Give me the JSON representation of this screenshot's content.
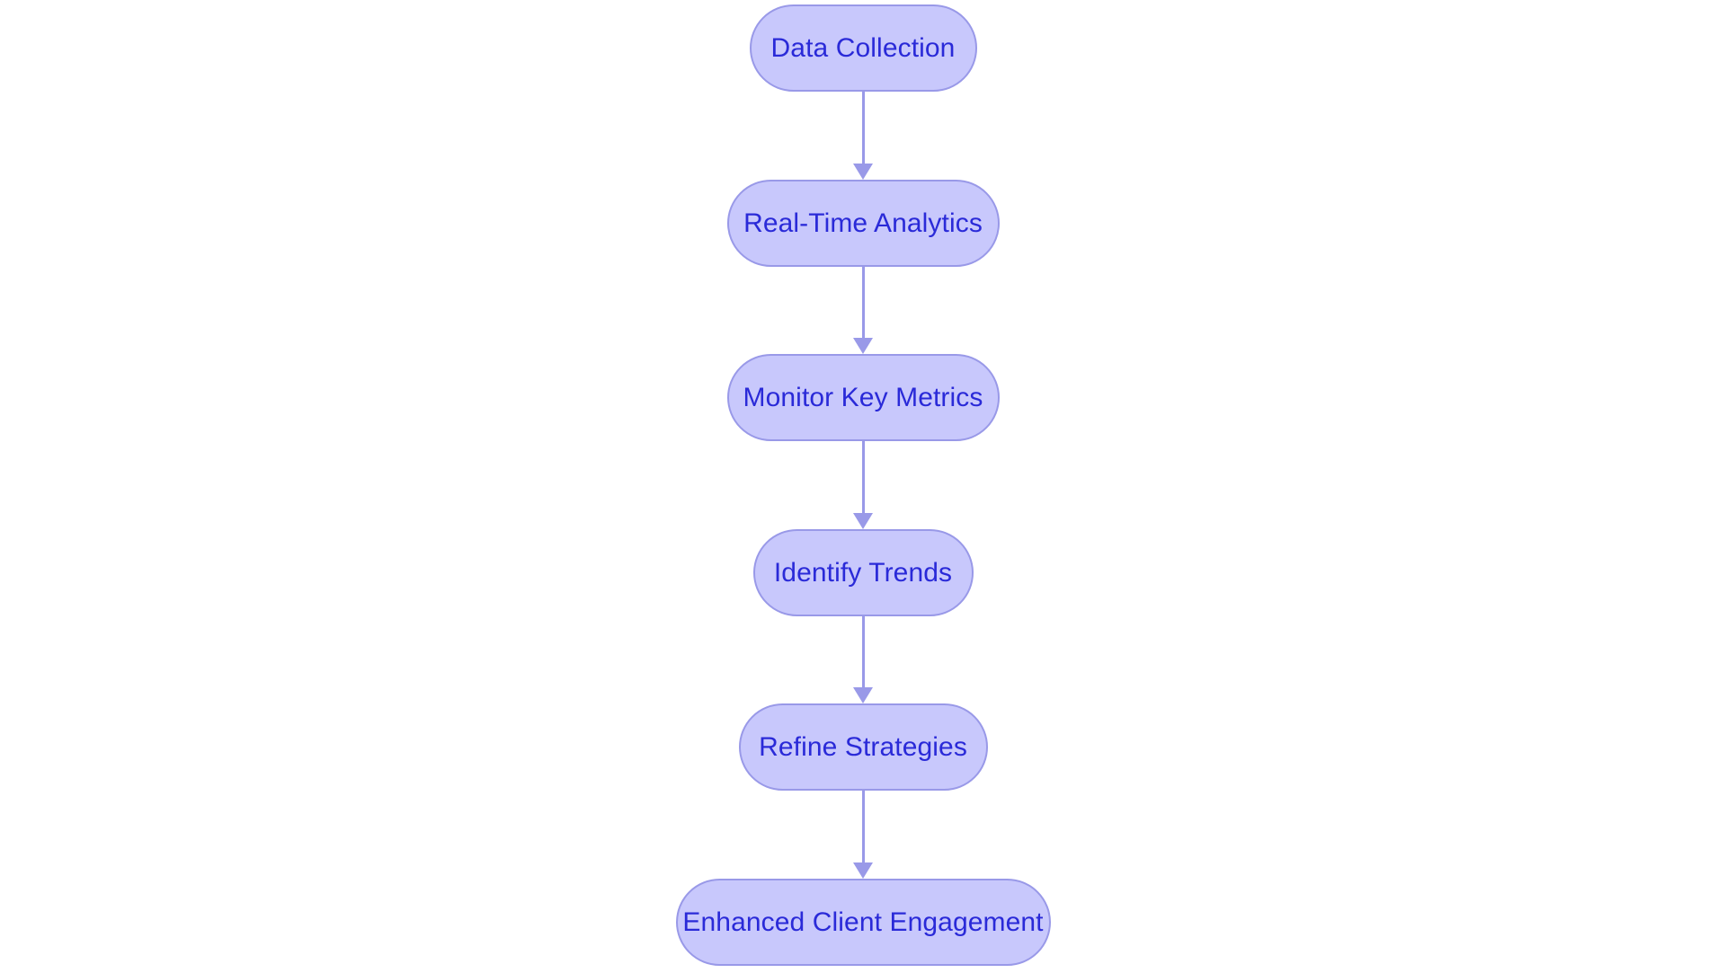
{
  "diagram": {
    "type": "flowchart",
    "orientation": "top-to-bottom",
    "background_color": "#ffffff",
    "node_fill_color": "#c8c8fc",
    "node_border_color": "#9999e8",
    "node_text_color": "#2a2ad8",
    "connector_color": "#9999e8",
    "node_count": 6,
    "nodes": [
      {
        "id": "data-collection",
        "label": "Data Collection"
      },
      {
        "id": "real-time-analytics",
        "label": "Real-Time Analytics"
      },
      {
        "id": "monitor-key-metrics",
        "label": "Monitor Key Metrics"
      },
      {
        "id": "identify-trends",
        "label": "Identify Trends"
      },
      {
        "id": "refine-strategies",
        "label": "Refine Strategies"
      },
      {
        "id": "enhanced-client-engagement",
        "label": "Enhanced Client Engagement"
      }
    ],
    "edges": [
      {
        "from": "data-collection",
        "to": "real-time-analytics",
        "label": ""
      },
      {
        "from": "real-time-analytics",
        "to": "monitor-key-metrics",
        "label": ""
      },
      {
        "from": "monitor-key-metrics",
        "to": "identify-trends",
        "label": ""
      },
      {
        "from": "identify-trends",
        "to": "refine-strategies",
        "label": ""
      },
      {
        "from": "refine-strategies",
        "to": "enhanced-client-engagement",
        "label": ""
      }
    ]
  }
}
